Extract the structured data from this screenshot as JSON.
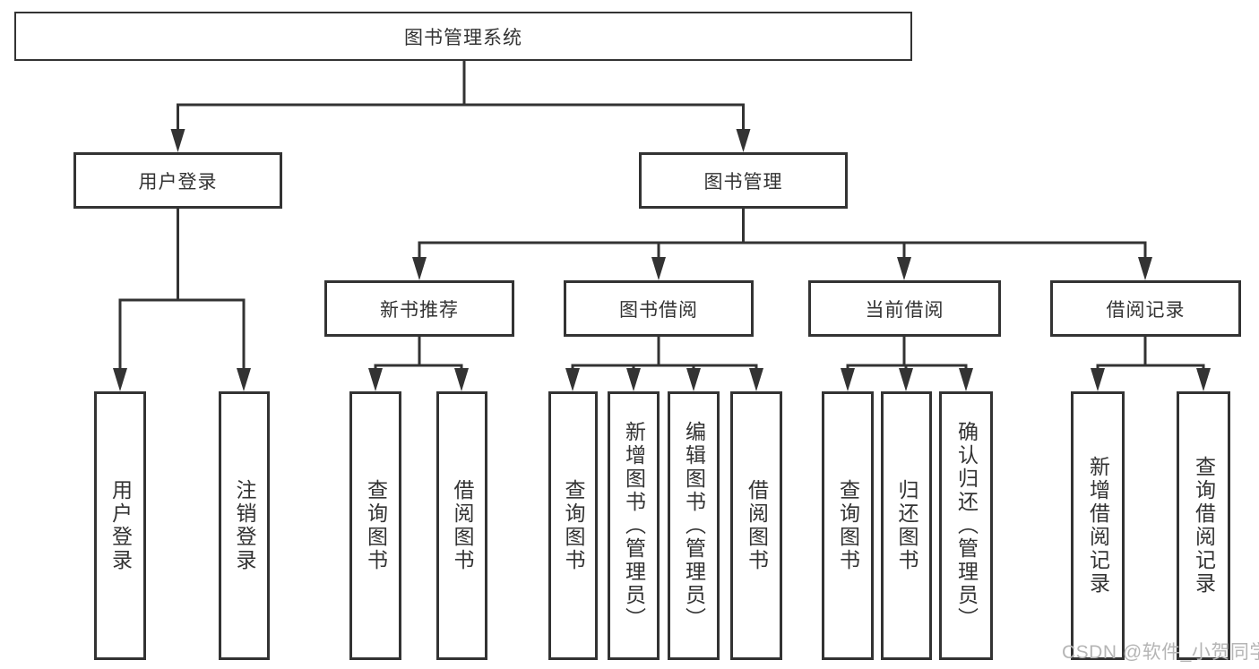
{
  "diagram": {
    "title": "图书管理系统",
    "type": "function-structure-tree"
  },
  "tree": {
    "root": {
      "label": "图书管理系统"
    },
    "branches": [
      {
        "label": "用户登录",
        "children": [
          {
            "label": "用户登录"
          },
          {
            "label": "注销登录"
          }
        ]
      },
      {
        "label": "图书管理",
        "children": [
          {
            "label": "新书推荐",
            "children": [
              {
                "label": "查询图书"
              },
              {
                "label": "借阅图书"
              }
            ]
          },
          {
            "label": "图书借阅",
            "children": [
              {
                "label": "查询图书"
              },
              {
                "label": "新增图书（管理员）"
              },
              {
                "label": "编辑图书（管理员）"
              },
              {
                "label": "借阅图书"
              }
            ]
          },
          {
            "label": "当前借阅",
            "children": [
              {
                "label": "查询图书"
              },
              {
                "label": "归还图书"
              },
              {
                "label": "确认归还（管理员）"
              }
            ]
          },
          {
            "label": "借阅记录",
            "children": [
              {
                "label": "新增借阅记录"
              },
              {
                "label": "查询借阅记录"
              }
            ]
          }
        ]
      }
    ]
  },
  "watermark": {
    "text": "CSDN @软件_小贺同学"
  },
  "colors": {
    "line": "#333333",
    "box_border": "#333333",
    "text": "#333333",
    "background": "#ffffff",
    "watermark": "#b5b5b5"
  }
}
